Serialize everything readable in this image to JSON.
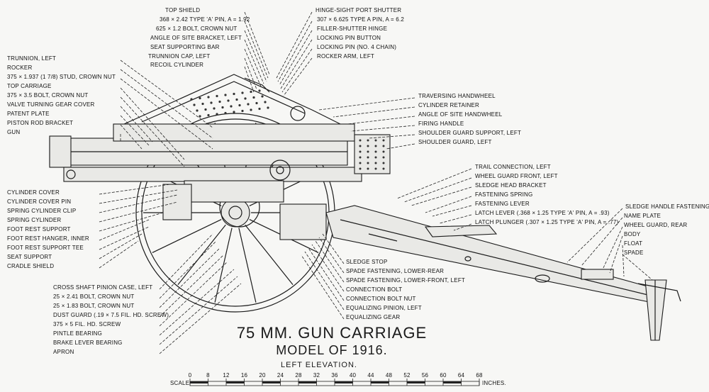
{
  "title": {
    "line1": "75 MM. GUN CARRIAGE",
    "line2": "MODEL OF 1916.",
    "line3": "LEFT ELEVATION."
  },
  "scale": {
    "label": "SCALE",
    "ticks": [
      "0",
      "8",
      "12",
      "16",
      "20",
      "24",
      "28",
      "32",
      "36",
      "40",
      "44",
      "48",
      "52",
      "56",
      "60",
      "64",
      "68"
    ],
    "unit": "INCHES."
  },
  "labels": {
    "top_center": [
      "TOP SHIELD",
      "368 × 2.42 TYPE 'A' PIN, A = 1.92",
      "625 × 1.2 BOLT, CROWN NUT",
      "ANGLE OF SITE BRACKET, LEFT",
      "SEAT SUPPORTING BAR",
      "TRUNNION CAP, LEFT",
      "RECOIL CYLINDER"
    ],
    "top_right": [
      "HINGE-SIGHT PORT SHUTTER",
      "307 × 6.625 TYPE A PIN, A = 6.2",
      "FILLER-SHUTTER HINGE",
      "LOCKING PIN BUTTON",
      "LOCKING PIN (NO. 4 CHAIN)",
      "ROCKER ARM, LEFT"
    ],
    "left_upper": [
      "TRUNNION, LEFT",
      "ROCKER",
      "375 × 1.937 (1 7/8) STUD, CROWN NUT",
      "TOP CARRIAGE",
      "375 × 3.5 BOLT, CROWN NUT",
      "VALVE TURNING GEAR COVER",
      "PATENT PLATE",
      "PISTON ROD BRACKET",
      "GUN"
    ],
    "left_lower": [
      "CYLINDER COVER",
      "CYLINDER COVER PIN",
      "SPRING CYLINDER CLIP",
      "SPRING CYLINDER",
      "FOOT REST SUPPORT",
      "FOOT REST HANGER, INNER",
      "FOOT REST SUPPORT TEE",
      "SEAT SUPPORT",
      "CRADLE SHIELD"
    ],
    "mid_right": [
      "TRAVERSING HANDWHEEL",
      "CYLINDER RETAINER",
      "ANGLE OF SITE HANDWHEEL",
      "FIRING HANDLE",
      "SHOULDER GUARD SUPPORT, LEFT",
      "SHOULDER GUARD, LEFT"
    ],
    "right": [
      "TRAIL CONNECTION, LEFT",
      "WHEEL GUARD FRONT, LEFT",
      "SLEDGE HEAD BRACKET",
      "FASTENING SPRING",
      "FASTENING LEVER",
      "LATCH LEVER (.368 × 1.25 TYPE 'A' PIN, A = .93)",
      "LATCH PLUNGER (.307 × 1.25 TYPE 'A' PIN, A = .77)"
    ],
    "far_right": [
      "SLEDGE HANDLE FASTENING",
      "NAME PLATE",
      "WHEEL GUARD, REAR",
      "BODY",
      "FLOAT",
      "SPADE"
    ],
    "bottom_left": [
      "CROSS SHAFT PINION CASE, LEFT",
      "25 × 2.41 BOLT, CROWN NUT",
      "25 × 1.83 BOLT, CROWN NUT",
      "DUST GUARD (.19 × 7.5 FIL. HD. SCREW)",
      "375 × 5 FIL. HD. SCREW",
      "PINTLE BEARING",
      "BRAKE LEVER BEARING",
      "APRON"
    ],
    "bottom_center": [
      "SLEDGE STOP",
      "SPADE FASTENING, LOWER-REAR",
      "SPADE FASTENING, LOWER-FRONT, LEFT",
      "CONNECTION BOLT",
      "CONNECTION BOLT NUT",
      "EQUALIZING PINION, LEFT",
      "EQUALIZING GEAR"
    ]
  }
}
